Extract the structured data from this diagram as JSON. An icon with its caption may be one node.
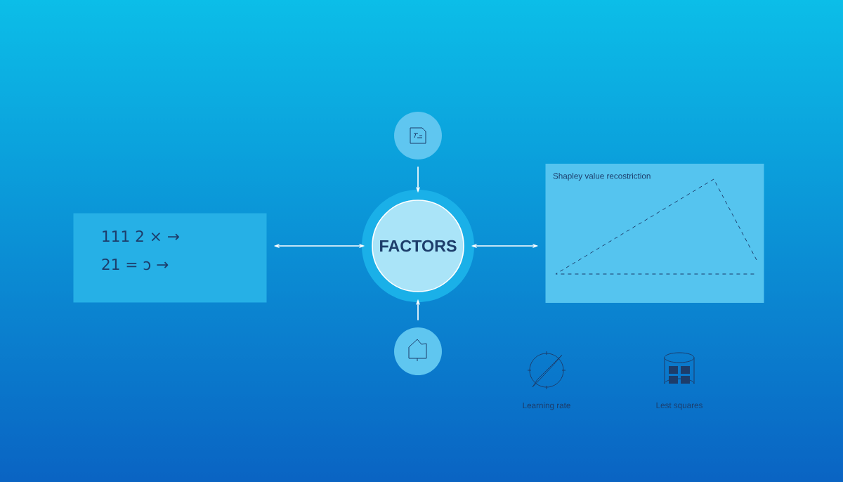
{
  "diagram": {
    "nodes": [
      {
        "text": [
          "111 2 × →",
          "21 = ↄ →"
        ]
      },
      {
        "text": [
          "FACTORS"
        ]
      },
      {
        "text": [],
        "shape": "circle"
      },
      {
        "text": [],
        "shape": "circle"
      },
      {
        "text": [
          "Shapley value recostriction"
        ]
      }
    ],
    "edges": [
      {
        "from": 0,
        "to": 1,
        "arrow": "both"
      },
      {
        "from": 4,
        "to": 1,
        "arrow": "both"
      },
      {
        "from": 2,
        "to": 1,
        "arrow": "to"
      },
      {
        "from": 3,
        "to": 1,
        "arrow": "to"
      }
    ],
    "labels": [
      "Learning rate",
      "Lest squares"
    ]
  }
}
